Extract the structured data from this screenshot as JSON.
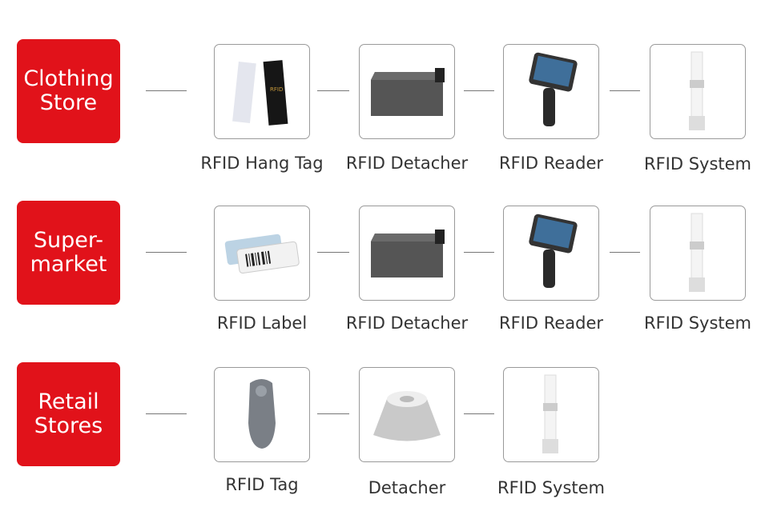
{
  "rows": [
    {
      "category": "Clothing\nStore",
      "products": [
        "RFID Hang Tag",
        "RFID Detacher",
        "RFID Reader",
        "RFID System"
      ]
    },
    {
      "category": "Super-\nmarket",
      "products": [
        "RFID Label",
        "RFID Detacher",
        "RFID Reader",
        "RFID System"
      ]
    },
    {
      "category": "Retail\nStores",
      "products": [
        "RFID Tag",
        "Detacher",
        "RFID System"
      ]
    }
  ],
  "colors": {
    "category_bg": "#e1121a",
    "connector": "#777777"
  }
}
